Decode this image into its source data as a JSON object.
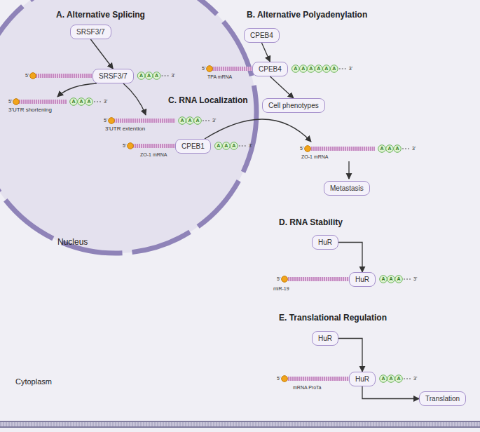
{
  "diagram": {
    "nodes": [
      {
        "text": [
          "Nucleus"
        ]
      },
      {
        "text": [
          "SRSF3/7"
        ],
        "in": 0
      },
      {
        "text": [
          "SRSF3/7"
        ],
        "in": 0
      },
      {
        "text": [
          "CPEB1"
        ],
        "in": 0
      },
      {
        "text": [
          "CPEB4"
        ]
      },
      {
        "text": [
          "CPEB4"
        ]
      },
      {
        "text": [
          "Cell phenotypes"
        ]
      },
      {
        "text": [
          "Metastasis"
        ]
      },
      {
        "text": [
          "HuR"
        ]
      },
      {
        "text": [
          "HuR"
        ]
      },
      {
        "text": [
          "HuR"
        ]
      },
      {
        "text": [
          "HuR"
        ]
      },
      {
        "text": [
          "Translation"
        ]
      }
    ],
    "edges": [
      {
        "from": 1,
        "to": 2,
        "arrow": "to"
      },
      {
        "from": 4,
        "to": 5,
        "arrow": "to"
      },
      {
        "from": 5,
        "to": 6,
        "arrow": "to"
      },
      {
        "from": 8,
        "to": 9,
        "arrow": "to"
      },
      {
        "from": 10,
        "to": 11,
        "arrow": "to"
      },
      {
        "from": 11,
        "to": 12,
        "arrow": "to"
      }
    ],
    "labels": [
      "A. Alternative Splicing",
      "B. Alternative Polyadenylation",
      "C. RNA Localization",
      "D. RNA Stability",
      "E. Translational Regulation",
      "Cytoplasm",
      "3'UTR shortening",
      "3'UTR extention",
      "TPA mRNA",
      "ZO-1 mRNA",
      "ZO-1 mRNA",
      "miR-19",
      "mRNA ProTa",
      "5'",
      "A",
      "A",
      "A",
      "3'",
      "5'",
      "A",
      "A",
      "A",
      "3'",
      "5'",
      "A",
      "A",
      "A",
      "3'",
      "5'",
      "A",
      "A",
      "A",
      "A",
      "A",
      "A",
      "3'",
      "5'",
      "A",
      "A",
      "A",
      "3'",
      "5'",
      "A",
      "A",
      "A",
      "3'",
      "5'",
      "A",
      "A",
      "A",
      "3'",
      "5'",
      "A",
      "A",
      "A",
      "3'"
    ]
  }
}
